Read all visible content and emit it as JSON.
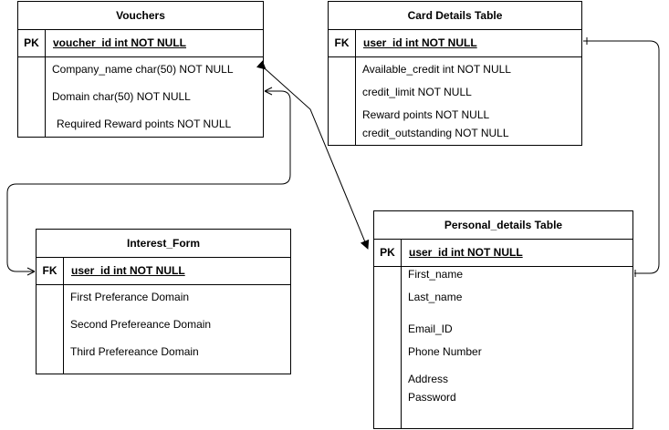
{
  "tables": {
    "vouchers": {
      "title": "Vouchers",
      "key_label": "PK",
      "key_field": "voucher_id int NOT NULL",
      "fields": [
        "Company_name char(50) NOT NULL",
        "Domain char(50) NOT NULL",
        "Required Reward points NOT NULL"
      ]
    },
    "card": {
      "title": "Card Details Table",
      "key_label": "FK",
      "key_field": "user_id int NOT NULL",
      "fields": [
        "Available_credit int NOT NULL",
        "credit_limit NOT NULL",
        "Reward points NOT NULL",
        "credit_outstanding NOT NULL"
      ]
    },
    "interest": {
      "title": "Interest_Form",
      "key_label": "FK",
      "key_field": "user_id int NOT NULL",
      "fields": [
        "First Preferance Domain",
        "Second Prefereance Domain",
        "Third Prefereance Domain"
      ]
    },
    "personal": {
      "title": "Personal_details Table",
      "key_label": "PK",
      "key_field": "user_id int NOT NULL",
      "fields": [
        "First_name",
        "Last_name",
        "Email_ID",
        "Phone Number",
        "Address",
        "Password"
      ]
    }
  }
}
